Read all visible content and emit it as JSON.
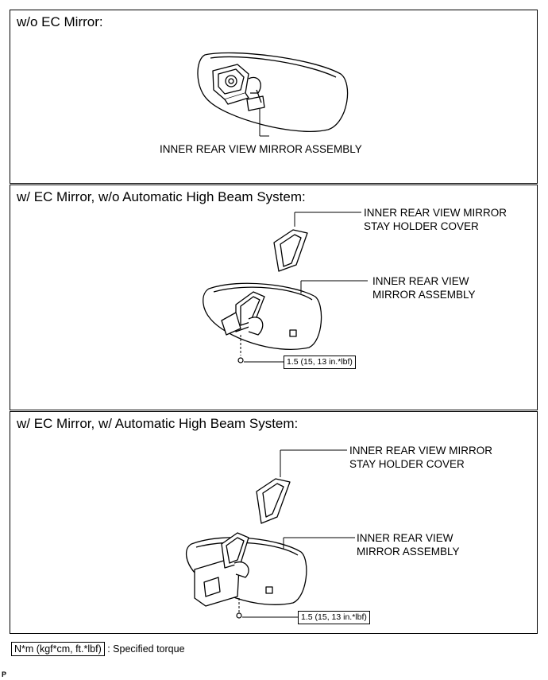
{
  "panels": [
    {
      "heading": "w/o EC Mirror:",
      "callouts": [
        {
          "lines": [
            "INNER REAR VIEW MIRROR ASSEMBLY"
          ]
        }
      ]
    },
    {
      "heading": "w/ EC Mirror, w/o Automatic High Beam System:",
      "callouts": [
        {
          "lines": [
            "INNER REAR VIEW MIRROR",
            "STAY HOLDER COVER"
          ]
        },
        {
          "lines": [
            "INNER REAR VIEW",
            "MIRROR ASSEMBLY"
          ]
        }
      ],
      "torque": "1.5 (15, 13 in.*lbf)"
    },
    {
      "heading": "w/ EC Mirror, w/ Automatic High Beam System:",
      "callouts": [
        {
          "lines": [
            "INNER REAR VIEW MIRROR",
            "STAY HOLDER COVER"
          ]
        },
        {
          "lines": [
            "INNER REAR VIEW",
            "MIRROR ASSEMBLY"
          ]
        }
      ],
      "torque": "1.5 (15, 13 in.*lbf)"
    }
  ],
  "legend": {
    "unit_label": "N*m (kgf*cm, ft.*lbf)",
    "description": ": Specified torque"
  },
  "corner_mark": "P"
}
